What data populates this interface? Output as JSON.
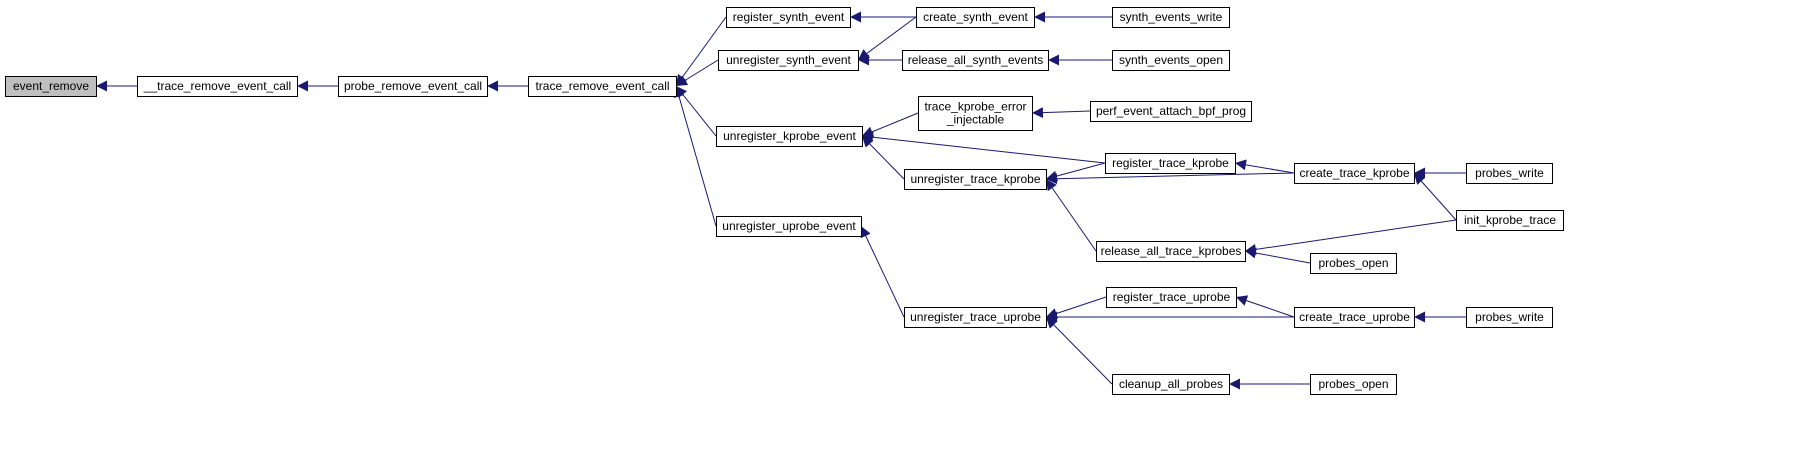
{
  "graph": {
    "root": "event_remove",
    "colors": {
      "edge": "#191970",
      "node_border": "#000000",
      "root_fill": "#bfbfbf",
      "node_fill": "#ffffff"
    },
    "nodes": {
      "event_remove": [
        "event_remove"
      ],
      "__trace_remove_event_call": [
        "__trace_remove_event_call"
      ],
      "probe_remove_event_call": [
        "probe_remove_event_call"
      ],
      "trace_remove_event_call": [
        "trace_remove_event_call"
      ],
      "register_synth_event": [
        "register_synth_event"
      ],
      "unregister_synth_event": [
        "unregister_synth_event"
      ],
      "unregister_kprobe_event": [
        "unregister_kprobe_event"
      ],
      "unregister_uprobe_event": [
        "unregister_uprobe_event"
      ],
      "create_synth_event": [
        "create_synth_event"
      ],
      "release_all_synth_events": [
        "release_all_synth_events"
      ],
      "trace_kprobe_error_injectable": [
        "trace_kprobe_error",
        "_injectable"
      ],
      "unregister_trace_kprobe": [
        "unregister_trace_kprobe"
      ],
      "unregister_trace_uprobe": [
        "unregister_trace_uprobe"
      ],
      "synth_events_write": [
        "synth_events_write"
      ],
      "synth_events_open": [
        "synth_events_open"
      ],
      "perf_event_attach_bpf_prog": [
        "perf_event_attach_bpf_prog"
      ],
      "register_trace_kprobe": [
        "register_trace_kprobe"
      ],
      "release_all_trace_kprobes": [
        "release_all_trace_kprobes"
      ],
      "register_trace_uprobe": [
        "register_trace_uprobe"
      ],
      "cleanup_all_probes": [
        "cleanup_all_probes"
      ],
      "create_trace_kprobe": [
        "create_trace_kprobe"
      ],
      "probes_open_k": [
        "probes_open"
      ],
      "create_trace_uprobe": [
        "create_trace_uprobe"
      ],
      "probes_open_u": [
        "probes_open"
      ],
      "probes_write_k": [
        "probes_write"
      ],
      "init_kprobe_trace": [
        "init_kprobe_trace"
      ],
      "probes_write_u": [
        "probes_write"
      ]
    },
    "edges": [
      [
        "event_remove",
        "__trace_remove_event_call"
      ],
      [
        "__trace_remove_event_call",
        "probe_remove_event_call"
      ],
      [
        "probe_remove_event_call",
        "trace_remove_event_call"
      ],
      [
        "trace_remove_event_call",
        "register_synth_event"
      ],
      [
        "trace_remove_event_call",
        "unregister_synth_event"
      ],
      [
        "trace_remove_event_call",
        "unregister_kprobe_event"
      ],
      [
        "trace_remove_event_call",
        "unregister_uprobe_event"
      ],
      [
        "register_synth_event",
        "create_synth_event"
      ],
      [
        "unregister_synth_event",
        "create_synth_event"
      ],
      [
        "unregister_synth_event",
        "release_all_synth_events"
      ],
      [
        "create_synth_event",
        "synth_events_write"
      ],
      [
        "release_all_synth_events",
        "synth_events_open"
      ],
      [
        "unregister_kprobe_event",
        "trace_kprobe_error_injectable"
      ],
      [
        "unregister_kprobe_event",
        "register_trace_kprobe"
      ],
      [
        "unregister_kprobe_event",
        "unregister_trace_kprobe"
      ],
      [
        "trace_kprobe_error_injectable",
        "perf_event_attach_bpf_prog"
      ],
      [
        "unregister_trace_kprobe",
        "register_trace_kprobe"
      ],
      [
        "unregister_trace_kprobe",
        "create_trace_kprobe"
      ],
      [
        "unregister_trace_kprobe",
        "release_all_trace_kprobes"
      ],
      [
        "register_trace_kprobe",
        "create_trace_kprobe"
      ],
      [
        "create_trace_kprobe",
        "probes_write_k"
      ],
      [
        "create_trace_kprobe",
        "init_kprobe_trace"
      ],
      [
        "release_all_trace_kprobes",
        "init_kprobe_trace"
      ],
      [
        "release_all_trace_kprobes",
        "probes_open_k"
      ],
      [
        "unregister_uprobe_event",
        "unregister_trace_uprobe"
      ],
      [
        "unregister_trace_uprobe",
        "register_trace_uprobe"
      ],
      [
        "unregister_trace_uprobe",
        "create_trace_uprobe"
      ],
      [
        "unregister_trace_uprobe",
        "cleanup_all_probes"
      ],
      [
        "register_trace_uprobe",
        "create_trace_uprobe"
      ],
      [
        "create_trace_uprobe",
        "probes_write_u"
      ],
      [
        "cleanup_all_probes",
        "probes_open_u"
      ]
    ]
  }
}
